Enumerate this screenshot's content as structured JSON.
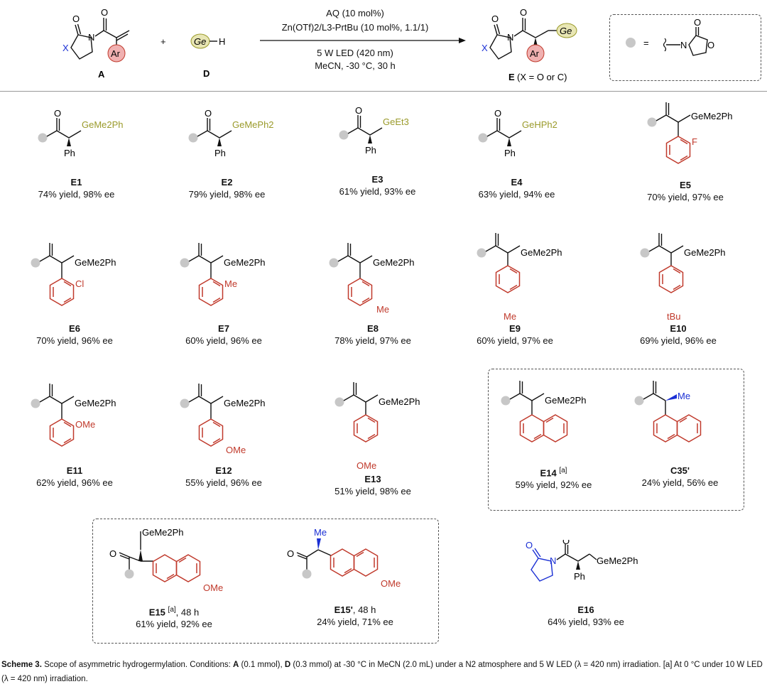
{
  "colors": {
    "ge": "#9a9a2a",
    "ar": "#c0392b",
    "arFill": "#f0b1b1",
    "blue": "#1a2fd4",
    "geFill": "#e8e6b4",
    "dot": "#c7c7c7"
  },
  "header": {
    "reactant_a": "A",
    "reactant_d": "D",
    "product": "E",
    "product_paren": "(X = O or C)",
    "plus": "+",
    "x_atom": "X",
    "ar_label": "Ar",
    "ge_label": "Ge",
    "h_label": "H",
    "o_label": "O",
    "n_label": "N",
    "cond_1": "AQ (10 mol%)",
    "cond_2": "Zn(OTf)2/L3-PrtBu (10 mol%, 1.1/1)",
    "cond_3": "5 W LED (420 nm)",
    "cond_4": "MeCN, -30 °C, 30 h",
    "legend_eq": "="
  },
  "compounds": [
    {
      "id": "E1",
      "ge": "GeMe2Ph",
      "sub": "Ph",
      "result": "74% yield, 98% ee"
    },
    {
      "id": "E2",
      "ge": "GeMePh2",
      "sub": "Ph",
      "result": "79% yield, 98% ee"
    },
    {
      "id": "E3",
      "ge": "GeEt3",
      "sub": "Ph",
      "result": "61% yield, 93% ee"
    },
    {
      "id": "E4",
      "ge": "GeHPh2",
      "sub": "Ph",
      "result": "63% yield, 94% ee"
    },
    {
      "id": "E5",
      "ge": "GeMe2Ph",
      "sub": "F",
      "result": "70% yield, 97% ee"
    },
    {
      "id": "E6",
      "ge": "GeMe2Ph",
      "sub": "Cl",
      "result": "70% yield, 96% ee"
    },
    {
      "id": "E7",
      "ge": "GeMe2Ph",
      "sub": "Me",
      "result": "60% yield, 96% ee"
    },
    {
      "id": "E8",
      "ge": "GeMe2Ph",
      "sub": "Me",
      "result": "78% yield, 97% ee"
    },
    {
      "id": "E9",
      "ge": "GeMe2Ph",
      "sub": "Me",
      "result": "60% yield, 97% ee"
    },
    {
      "id": "E10",
      "ge": "GeMe2Ph",
      "sub": "tBu",
      "result": "69% yield, 96% ee"
    },
    {
      "id": "E11",
      "ge": "GeMe2Ph",
      "sub": "OMe",
      "result": "62% yield, 96% ee"
    },
    {
      "id": "E12",
      "ge": "GeMe2Ph",
      "sub": "OMe",
      "result": "55% yield, 96% ee"
    },
    {
      "id": "E13",
      "ge": "GeMe2Ph",
      "sub": "OMe",
      "result": "51% yield, 98% ee"
    },
    {
      "id": "E14",
      "note": "[a]",
      "ge": "GeMe2Ph",
      "result": "59% yield, 92% ee"
    },
    {
      "id": "C35'",
      "sub": "Me",
      "result": "24% yield, 56% ee"
    },
    {
      "id": "E15",
      "note": "[a]",
      "time": ", 48 h",
      "ge": "GeMe2Ph",
      "sub": "OMe",
      "result": "61% yield, 92% ee"
    },
    {
      "id": "E15'",
      "time": ", 48 h",
      "sub": "OMe",
      "me": "Me",
      "result": "24% yield, 71% ee"
    },
    {
      "id": "E16",
      "ge": "GeMe2Ph",
      "sub": "Ph",
      "result": "64% yield, 93% ee"
    }
  ],
  "caption": {
    "scheme": "Scheme 3.",
    "t1": " Scope of asymmetric hydrogermylation. Conditions: ",
    "a": "A",
    "t2": " (0.1 mmol), ",
    "d": "D",
    "t3": " (0.3 mmol) at -30 °C in MeCN (2.0 mL) under a N2 atmosphere and 5 W LED (λ = 420 nm) irradiation. [a] At 0 °C under 10 W LED (λ = 420 nm) irradiation."
  }
}
